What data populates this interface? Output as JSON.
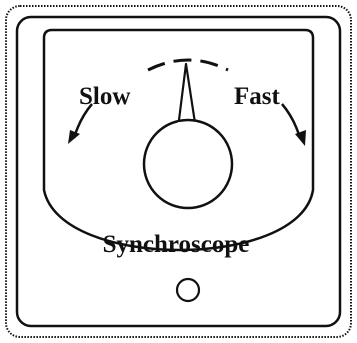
{
  "instrument": {
    "labels": {
      "slow": "Slow",
      "fast": "Fast",
      "name": "Synchroscope"
    },
    "pointer_position": "center",
    "line_color": "#111111",
    "background_color": "#ffffff"
  }
}
